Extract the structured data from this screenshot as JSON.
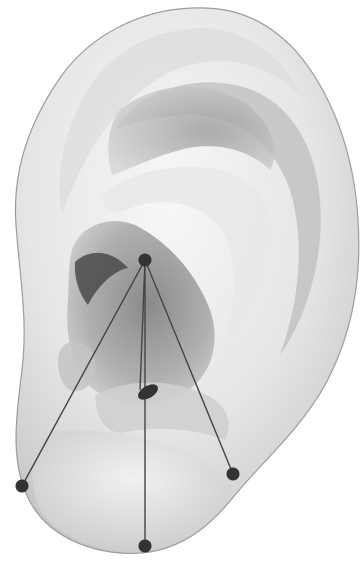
{
  "figure": {
    "subject": "ear-illustration",
    "style": "grayscale",
    "colors": {
      "background": "#ffffff",
      "ear_light": "#f4f4f4",
      "ear_mid": "#d2d2d2",
      "ear_dark": "#8f8f8f",
      "ear_deep": "#3c3c3c",
      "lines": "#444444",
      "points": "#333333"
    },
    "markers": [
      {
        "name": "hub-point"
      },
      {
        "name": "lower-left-point"
      },
      {
        "name": "bottom-point"
      },
      {
        "name": "lower-right-point"
      },
      {
        "name": "canal-opening"
      }
    ]
  }
}
